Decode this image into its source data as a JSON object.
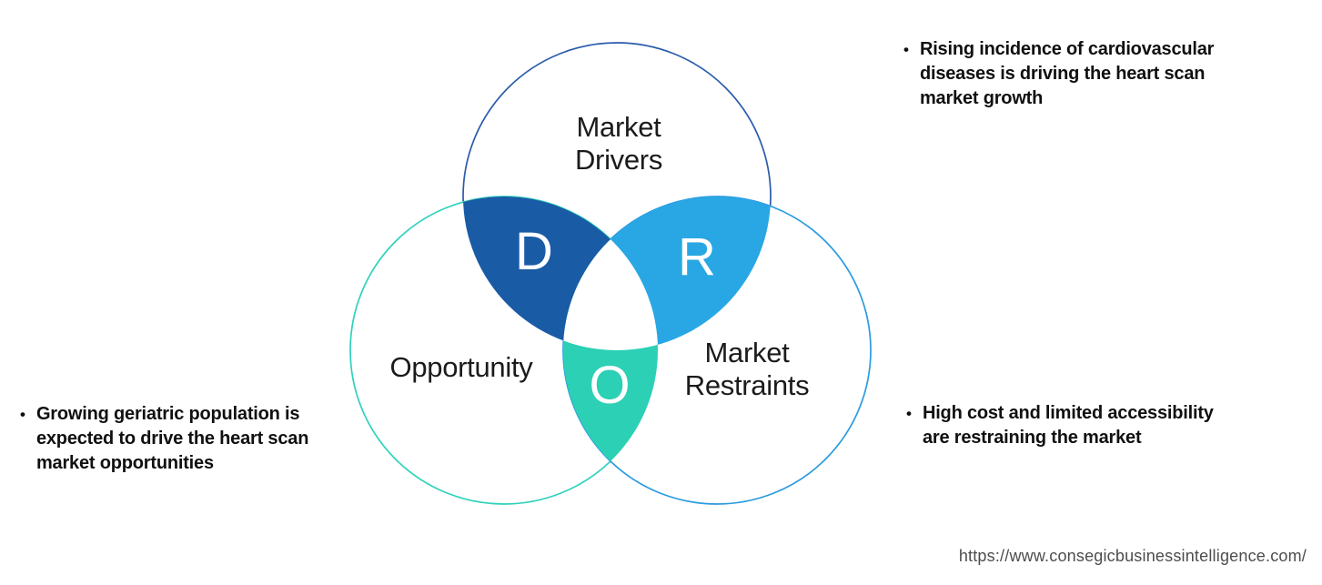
{
  "diagram": {
    "drivers": {
      "label": "Market\nDrivers",
      "letter": "D",
      "stroke_color": "#2a5caa",
      "fill_color": "#1a5ba6"
    },
    "opportunity": {
      "label": "Opportunity",
      "letter": "O",
      "stroke_color": "#2fd2bd",
      "fill_color": "#2bd0b5"
    },
    "restraints": {
      "label": "Market\nRestraints",
      "letter": "R",
      "stroke_color": "#2b9be0",
      "fill_color": "#29a7e4"
    },
    "center_fill": "#ffffff"
  },
  "bullets": {
    "marker": "•",
    "drivers": "Rising incidence of cardiovascular\ndiseases is driving the heart scan\nmarket growth",
    "opportunity": "Growing geriatric population is\nexpected to drive the heart scan\nmarket opportunities",
    "restraints": "High cost and limited accessibility\nare restraining the market"
  },
  "footer": {
    "url": "https://www.consegicbusinessintelligence.com/"
  }
}
